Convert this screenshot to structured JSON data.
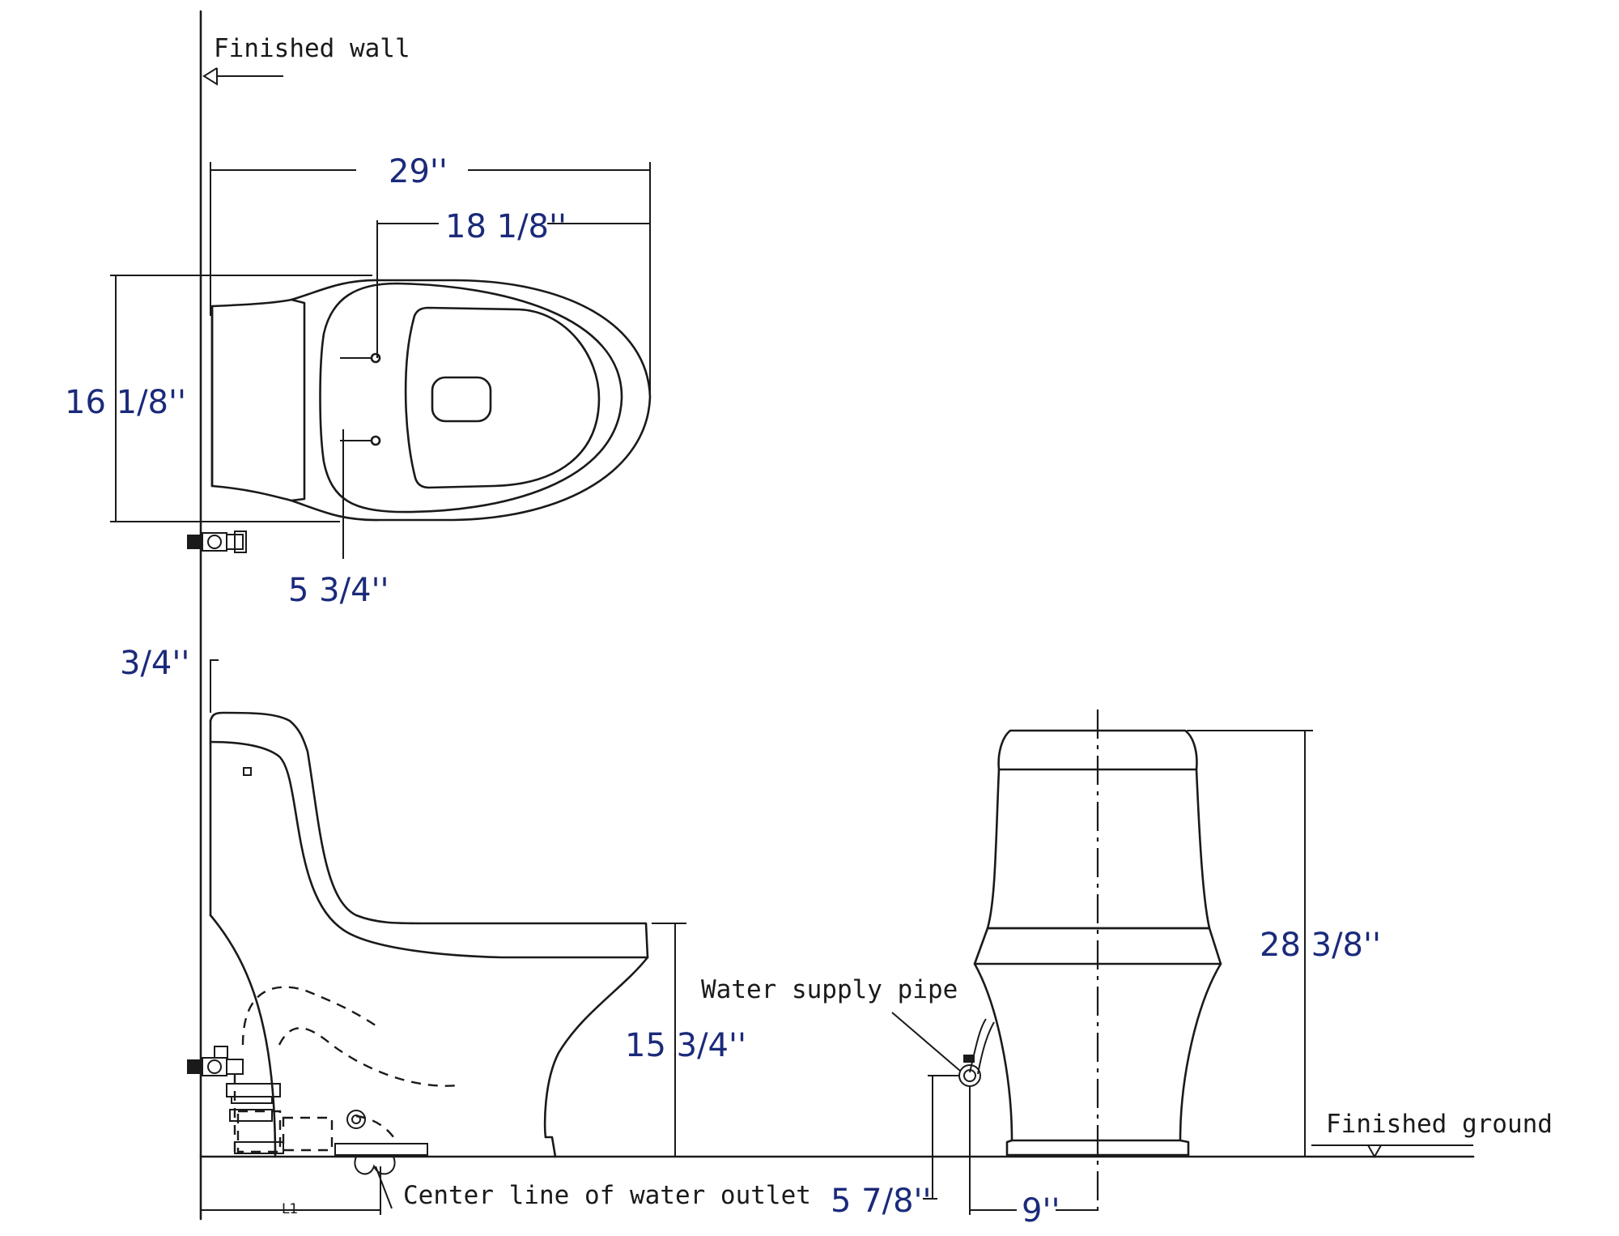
{
  "labels": {
    "finished_wall": "Finished wall",
    "finished_ground": "Finished ground",
    "water_supply_pipe": "Water supply pipe",
    "center_line_outlet": "Center line of water outlet",
    "l1": "L1"
  },
  "dimensions": {
    "overall_length": "29''",
    "seat_hinge_to_front": "18 1/8''",
    "overall_width": "16 1/8''",
    "supply_offset": "5 3/4''",
    "wall_gap": "3/4''",
    "seat_height": "15 3/4''",
    "overall_height": "28 3/8''",
    "supply_height": "5 7/8''",
    "half_width": "9''"
  },
  "colors": {
    "line": "#1a1a1a",
    "dimension_text": "#1b2a7a"
  }
}
